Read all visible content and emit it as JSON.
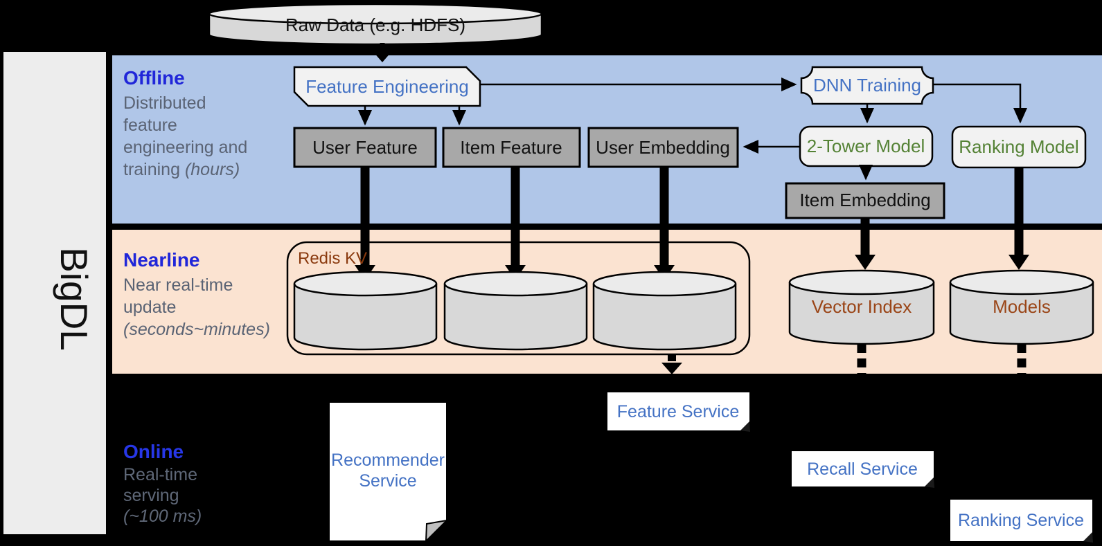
{
  "sidebar": {
    "brand": "BigDL"
  },
  "raw_data": {
    "label": "Raw Data (e.g. HDFS)"
  },
  "offline": {
    "title": "Offline",
    "desc_line1": "Distributed",
    "desc_line2": "feature",
    "desc_line3": "engineering and",
    "desc_line4a": "training ",
    "desc_line4b": "(hours)",
    "nodes": {
      "feature_engineering": "Feature Engineering",
      "dnn_training": "DNN Training",
      "user_feature": "User Feature",
      "item_feature": "Item Feature",
      "user_embedding": "User Embedding",
      "two_tower_model": "2-Tower Model",
      "ranking_model": "Ranking Model",
      "item_embedding": "Item Embedding"
    }
  },
  "nearline": {
    "title": "Nearline",
    "desc_line1": "Near real-time",
    "desc_line2": "update",
    "desc_line3": "(seconds~minutes)",
    "redis_kv_label": "Redis KV",
    "vector_index_label": "Vector Index",
    "models_label": "Models"
  },
  "online": {
    "title": "Online",
    "desc_line1": "Real-time",
    "desc_line2": "serving",
    "desc_line3": "(~100 ms)",
    "services": {
      "recommender_line1": "Recommender",
      "recommender_line2": "Service",
      "feature": "Feature Service",
      "recall": "Recall Service",
      "ranking": "Ranking Service"
    }
  },
  "colors": {
    "background": "#000000",
    "band_offline_blue": "#b0c6e8",
    "band_nearline_peach": "#fbe3d1",
    "band_online_black": "#000000",
    "sidebar_gray": "#ededed",
    "heading_blue": "#2026d9",
    "online_heading_blue": "#2737e8",
    "description_gray": "#5a6374",
    "node_text_blue": "#4472c4",
    "model_text_green": "#548235",
    "storage_text_brown": "#9a4517",
    "gray_node_fill": "#a8a8a8",
    "light_node_fill": "#f2f2f2",
    "cylinder_fill": "#d8d8d8",
    "service_fill": "#ffffff"
  }
}
